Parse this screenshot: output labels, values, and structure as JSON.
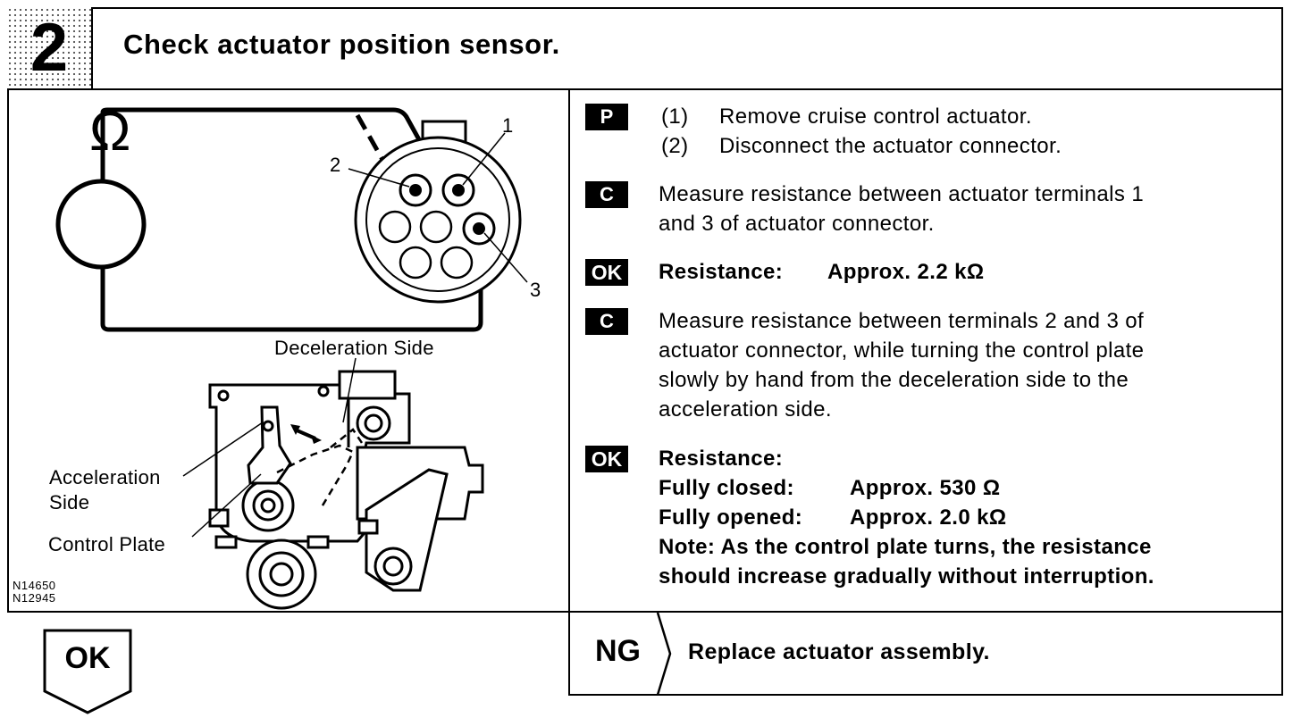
{
  "header": {
    "step_number": "2",
    "title": "Check actuator position sensor."
  },
  "diagram": {
    "terminal_1": "1",
    "terminal_2": "2",
    "terminal_3": "3",
    "ohm_symbol": "Ω",
    "deceleration_label": "Deceleration Side",
    "acceleration_label_1": "Acceleration",
    "acceleration_label_2": "Side",
    "control_plate_label": "Control Plate",
    "figure_code_1": "N14650",
    "figure_code_2": "N12945"
  },
  "steps": [
    {
      "tag": "P",
      "lines": [
        "(1)",
        "Remove cruise control actuator."
      ]
    },
    {
      "tag": "",
      "lines": [
        "(2)",
        "Disconnect the actuator connector."
      ]
    },
    {
      "tag": "C",
      "lines": [
        "Measure resistance between actuator terminals 1",
        "and 3 of actuator connector."
      ]
    },
    {
      "tag": "OK",
      "label": "Resistance:",
      "value": "Approx. 2.2 kΩ"
    },
    {
      "tag": "C",
      "lines": [
        "Measure resistance between terminals 2 and 3 of",
        "actuator connector, while turning the control plate",
        "slowly by hand from the deceleration side to the",
        "acceleration side."
      ]
    },
    {
      "tag": "OK",
      "lines": [
        "Resistance:",
        "Fully closed:",
        "Approx. 530 Ω",
        "Fully opened:",
        "Approx. 2.0 kΩ",
        "Note:   As the control plate turns, the resistance",
        "should increase gradually without interruption."
      ]
    }
  ],
  "ok_badge": "OK",
  "ng": {
    "label": "NG",
    "text": "Replace actuator assembly."
  }
}
